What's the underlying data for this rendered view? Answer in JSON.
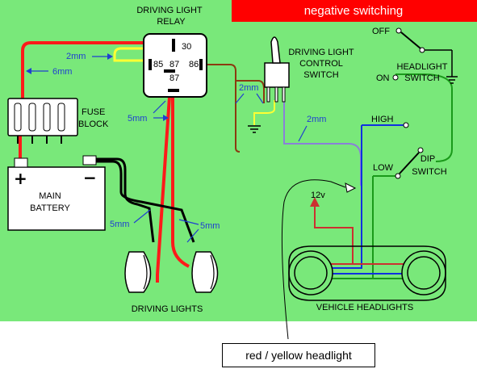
{
  "banner": {
    "text": "negative switching"
  },
  "relay": {
    "title_line1": "DRIVING LIGHT",
    "title_line2": "RELAY",
    "pins": {
      "p30": "30",
      "p85": "85",
      "p87a": "87",
      "p86": "86",
      "p87b": "87",
      "p87c": "87"
    }
  },
  "switch": {
    "line1": "DRIVING LIGHT",
    "line2": "CONTROL",
    "line3": "SWITCH"
  },
  "fuse": {
    "line1": "FUSE",
    "line2": "BLOCK"
  },
  "battery": {
    "plus": "+",
    "minus": "−",
    "line1": "MAIN",
    "line2": "BATTERY"
  },
  "headlight_switch": {
    "off": "OFF",
    "on": "ON",
    "line1": "HEADLIGHT",
    "line2": "SWITCH"
  },
  "dip_switch": {
    "high": "HIGH",
    "low": "LOW",
    "line1": "DIP",
    "line2": "SWITCH"
  },
  "wires": {
    "w1": "2mm",
    "w2": "6mm",
    "w3": "2mm",
    "w4": "5mm",
    "w5": "2mm",
    "w6": "5mm",
    "w7": "5mm"
  },
  "misc": {
    "v12": "12v",
    "driving_lights": "DRIVING LIGHTS",
    "vehicle_headlights": "VEHICLE HEADLIGHTS"
  },
  "caption": {
    "text": "red / yellow headlight"
  },
  "colors": {
    "background": "#79e87a",
    "banner": "#ff0000",
    "red_wire": "#ff1a1a",
    "yellow_wire": "#ffff33",
    "brown_wire": "#8b3a10",
    "purple_wire": "#8a80d8",
    "blue_wire": "#1030e0",
    "green_wire": "#1a9a1a",
    "label_blue": "#1f3fd0"
  }
}
